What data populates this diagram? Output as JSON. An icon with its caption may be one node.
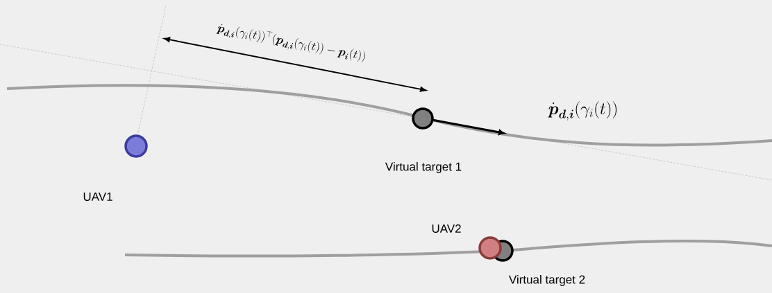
{
  "diagram": {
    "nodes": [
      {
        "text": [
          "UAV1"
        ]
      },
      {
        "text": [
          "Virtual target 1"
        ]
      },
      {
        "text": [
          "UAV2"
        ]
      },
      {
        "text": [
          "Virtual target 2"
        ]
      }
    ],
    "labels": [
      "\\dot{\\boldsymbol{p}}_{\\boldsymbol{d},\\boldsymbol{i}}(\\gamma_i(t))^{\\top}(\\boldsymbol{p}_{\\boldsymbol{d},\\boldsymbol{i}}(\\gamma_i(t))-\\boldsymbol{p}_{\\boldsymbol{i}}(t))",
      "\\dot{\\boldsymbol{p}}_{\\boldsymbol{d},\\boldsymbol{i}}(\\gamma_i(t))"
    ]
  }
}
